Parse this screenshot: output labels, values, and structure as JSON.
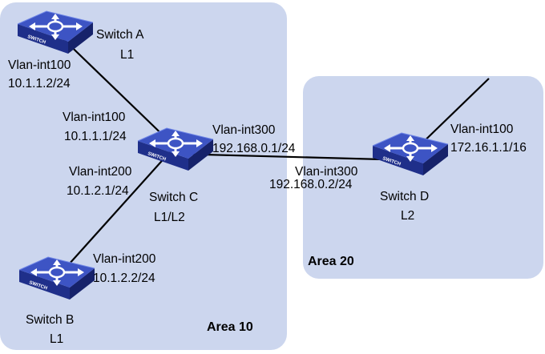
{
  "colors": {
    "area_fill": "#ccd6ee",
    "switch_top": "#3d54c4",
    "switch_front": "#1f2f8a",
    "switch_side": "#16226a",
    "link": "#000000"
  },
  "areas": [
    {
      "id": "area10",
      "label": "Area 10"
    },
    {
      "id": "area20",
      "label": "Area 20"
    }
  ],
  "switches": [
    {
      "id": "a",
      "name": "Switch A",
      "level": "L1",
      "icon_text": "SWITCH"
    },
    {
      "id": "b",
      "name": "Switch B",
      "level": "L1",
      "icon_text": "SWITCH"
    },
    {
      "id": "c",
      "name": "Switch C",
      "level": "L1/L2",
      "icon_text": "SWITCH"
    },
    {
      "id": "d",
      "name": "Switch D",
      "level": "L2",
      "icon_text": "SWITCH"
    }
  ],
  "interfaces": {
    "a_if": {
      "name": "Vlan-int100",
      "ip": "10.1.1.2/24"
    },
    "c_if1": {
      "name": "Vlan-int100",
      "ip": "10.1.1.1/24"
    },
    "c_if2": {
      "name": "Vlan-int200",
      "ip": "10.1.2.1/24"
    },
    "b_if": {
      "name": "Vlan-int200",
      "ip": "10.1.2.2/24"
    },
    "c_if3": {
      "name": "Vlan-int300",
      "ip": "192.168.0.1/24"
    },
    "d_if1": {
      "name": "Vlan-int300",
      "ip": "192.168.0.2/24"
    },
    "d_if2": {
      "name": "Vlan-int100",
      "ip": "172.16.1.1/16"
    }
  }
}
